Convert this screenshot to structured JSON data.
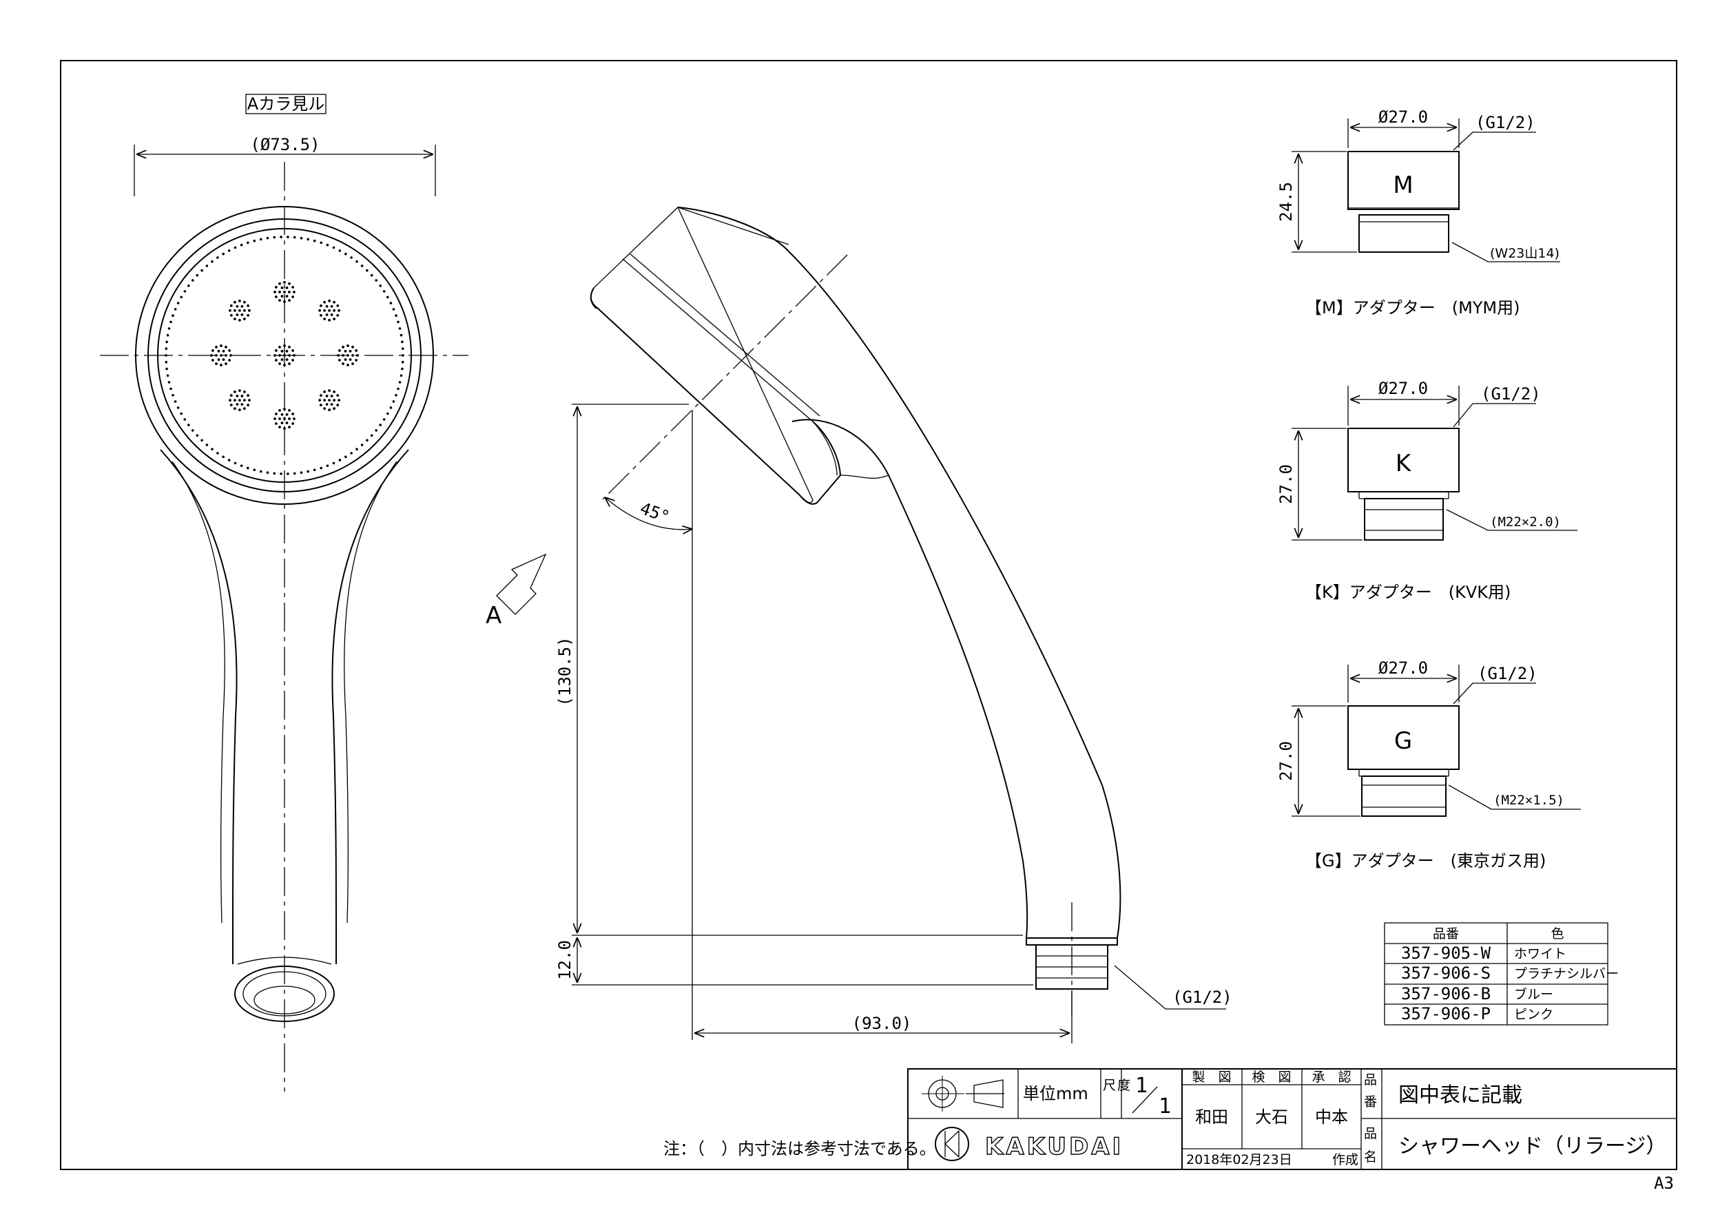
{
  "view_label": "Aカラ見ル",
  "arrow_label": "A",
  "dims": {
    "front_width": "(Ø73.5)",
    "height": "(130.5)",
    "neck": "12.0",
    "reach": "(93.0)",
    "angle": "45°",
    "thread": "(G1/2)"
  },
  "adapters": [
    {
      "letter": "M",
      "dia": "Ø27.0",
      "thread": "(G1/2)",
      "height": "24.5",
      "spec": "(W23山14)",
      "caption": "【M】アダプター　(MYM用)"
    },
    {
      "letter": "K",
      "dia": "Ø27.0",
      "thread": "(G1/2)",
      "height": "27.0",
      "spec": "(M22×2.0)",
      "caption": "【K】アダプター　(KVK用)"
    },
    {
      "letter": "G",
      "dia": "Ø27.0",
      "thread": "(G1/2)",
      "height": "27.0",
      "spec": "(M22×1.5)",
      "caption": "【G】アダプター　(東京ガス用)"
    }
  ],
  "part_table": {
    "headers": [
      "品番",
      "色"
    ],
    "rows": [
      [
        "357-905-W",
        "ホワイト"
      ],
      [
        "357-906-S",
        "プラチナシルバー"
      ],
      [
        "357-906-B",
        "ブルー"
      ],
      [
        "357-906-P",
        "ピンク"
      ]
    ]
  },
  "title_block": {
    "unit": "単位mm",
    "scale_label": "尺度",
    "scale_num": "1",
    "scale_den": "1",
    "drawn_label": "製　図",
    "checked_label": "検　図",
    "approved_label": "承　認",
    "drawn_by": "和田",
    "checked_by": "大石",
    "approved_by": "中本",
    "date": "2018年02月23日",
    "made": "作成",
    "part_no_label": "品番",
    "part_no": "図中表に記載",
    "name_label": "品名",
    "name": "シャワーヘッド（リラージ）",
    "company": "KAKUDAI"
  },
  "note": "注：（　）内寸法は参考寸法である。",
  "sheet": "A3"
}
